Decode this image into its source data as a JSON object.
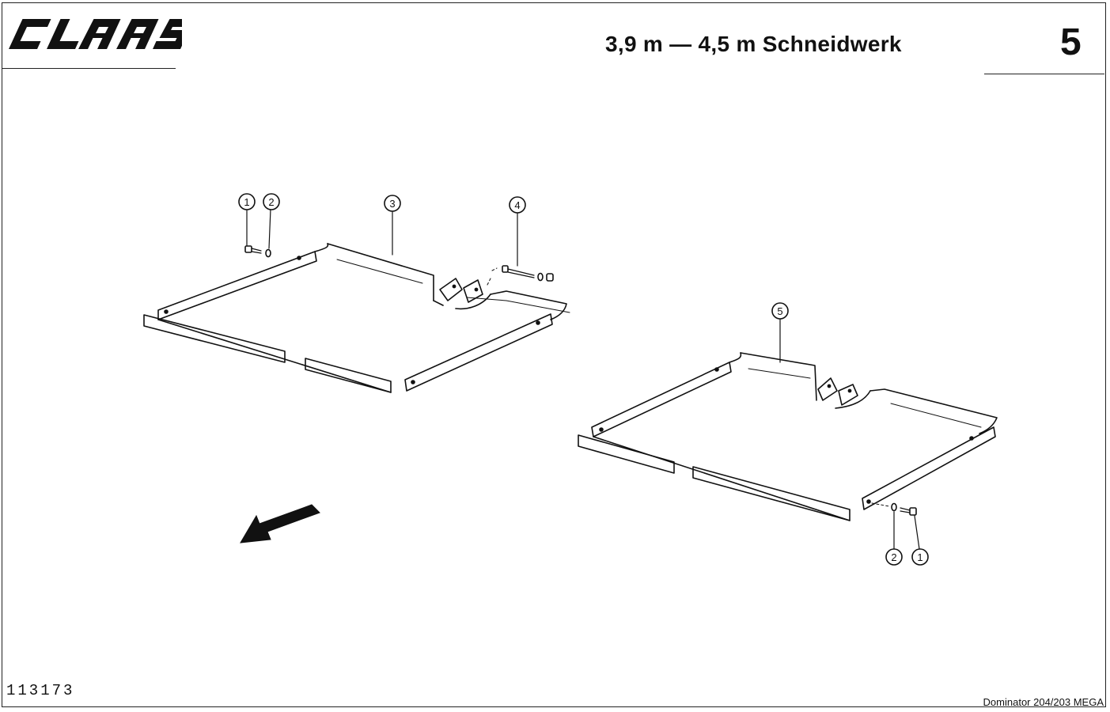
{
  "header": {
    "brand_logo": "CLAAS",
    "title": "3,9 m — 4,5 m Schneidwerk",
    "page_number": "5"
  },
  "figure": {
    "parts_left": [
      {
        "num": "1",
        "label": "1"
      },
      {
        "num": "2",
        "label": "2"
      },
      {
        "num": "3",
        "label": "3"
      },
      {
        "num": "4",
        "label": "4"
      }
    ],
    "parts_right": [
      {
        "num": "5",
        "label": "5"
      },
      {
        "num": "2",
        "label": "2"
      },
      {
        "num": "1",
        "label": "1"
      }
    ],
    "arrow_icon": "direction-arrow-icon"
  },
  "footer": {
    "reference_number": "113173",
    "model": "Dominator 204/203 MEGA"
  }
}
